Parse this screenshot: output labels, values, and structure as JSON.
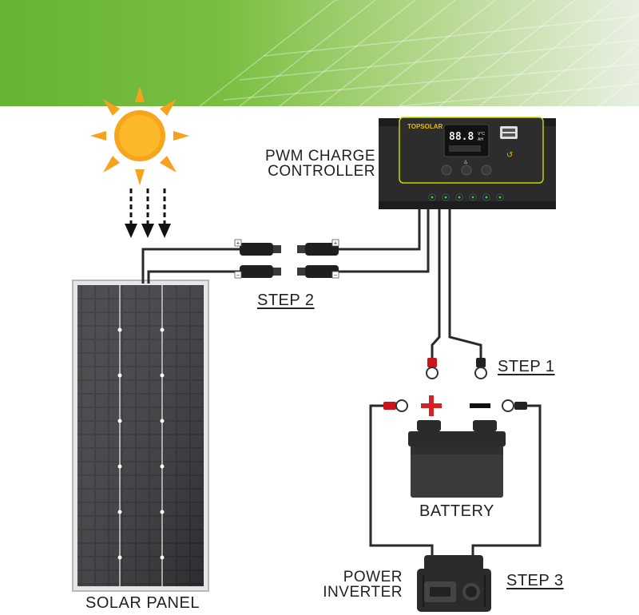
{
  "brand": "TOPSOLAR",
  "controller": {
    "label_line1": "PWM CHARGE",
    "label_line2": "CONTROLLER",
    "display": "88.8",
    "display_unit_top": "V°C",
    "display_unit_bottom": "AH",
    "button_icon": "Δ",
    "buttons": [
      "",
      "",
      ""
    ]
  },
  "steps": {
    "step1": "STEP 1",
    "step2": "STEP 2",
    "step3": "STEP 3"
  },
  "battery": {
    "label": "BATTERY",
    "positive": "+",
    "negative": "−"
  },
  "inverter": {
    "label_line1": "POWER",
    "label_line2": "INVERTER"
  },
  "solar_panel": {
    "label": "SOLAR PANEL"
  },
  "connectors": {
    "plus": "+",
    "minus": "−"
  },
  "colors": {
    "header_green": "#6ab43a",
    "sun": "#f6a21c",
    "controller_body": "#2b2b2b",
    "controller_accent": "#c8d400",
    "positive_red": "#d71f26",
    "cable": "#2a2a2a"
  }
}
